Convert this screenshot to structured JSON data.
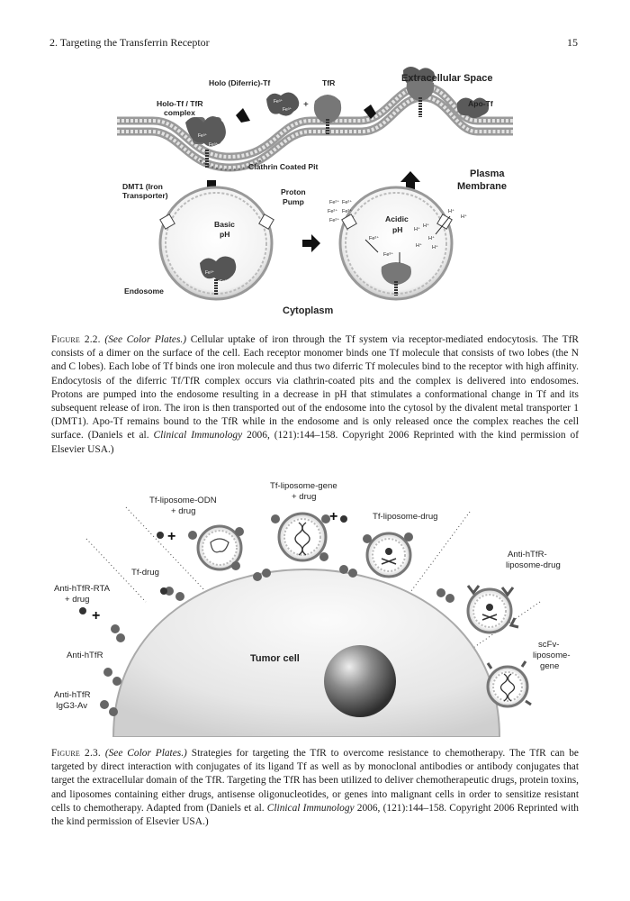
{
  "header": {
    "chapter": "2. Targeting the Transferrin Receptor",
    "page_number": "15"
  },
  "figure_2_2": {
    "labels": {
      "extracellular": "Extracellular Space",
      "holo_tf": "Holo (Diferric)-Tf",
      "tfr": "TfR",
      "apo_tf": "Apo-Tf",
      "holo_complex_1": "Holo-Tf / TfR",
      "holo_complex_2": "complex",
      "clathrin": "Clathrin Coated Pit",
      "plasma_1": "Plasma",
      "plasma_2": "Membrane",
      "dmt1_1": "DMT1 (Iron",
      "dmt1_2": "Transporter)",
      "proton_1": "Proton",
      "proton_2": "Pump",
      "basic_1": "Basic",
      "basic_2": "pH",
      "acidic_1": "Acidic",
      "acidic_2": "pH",
      "endosome": "Endosome",
      "cytoplasm": "Cytoplasm",
      "fe": "Fe³⁺",
      "fe2": "Fe²⁺",
      "h": "H⁺",
      "plus": "+"
    },
    "caption": {
      "label": "Figure 2.2.",
      "see": "(See Color Plates.)",
      "text": " Cellular uptake of iron through the Tf system via receptor-mediated endocytosis. The TfR consists of a dimer on the surface of the cell. Each receptor monomer binds one Tf molecule that consists of two lobes (the N and C lobes). Each lobe of Tf binds one iron molecule and thus two diferric Tf molecules bind to the receptor with high affinity. Endocytosis of the diferric Tf/TfR complex occurs via clathrin-coated pits and the complex is delivered into endosomes. Protons are pumped into the endosome resulting in a decrease in pH that stimulates a conformational change in Tf and its subsequent release of iron. The iron is then transported out of the endosome into the cytosol by the divalent metal transporter 1 (DMT1). Apo-Tf remains bound to the TfR while in the endosome and is only released once the complex reaches the cell surface. (Daniels et al. ",
      "journal": "Clinical Immunology",
      "tail": " 2006, (121):144–158. Copyright 2006 Reprinted with the kind permission of Elsevier USA.)"
    }
  },
  "figure_2_3": {
    "labels": {
      "odn_1": "Tf-liposome-ODN",
      "odn_2": "+ drug",
      "gene_1": "Tf-liposome-gene",
      "gene_2": "+ drug",
      "lipdrug": "Tf-liposome-drug",
      "tfdrug": "Tf-drug",
      "rta_1": "Anti-hTfR-RTA",
      "rta_2": "+ drug",
      "antihtfr": "Anti-hTfR",
      "igg_1": "Anti-hTfR",
      "igg_2": "IgG3-Av",
      "anti_lip_1": "Anti-hTfR-",
      "anti_lip_2": "liposome-drug",
      "scfv_1": "scFv-",
      "scfv_2": "liposome-",
      "scfv_3": "gene",
      "tumor": "Tumor cell",
      "plus": "+"
    },
    "caption": {
      "label": "Figure 2.3.",
      "see": "(See Color Plates.)",
      "text": " Strategies for targeting the TfR to overcome resistance to chemotherapy. The TfR can be targeted by direct interaction with conjugates of its ligand Tf as well as by monoclonal antibodies or antibody conjugates that target the extracellular domain of the TfR. Targeting the TfR has been utilized to deliver chemotherapeutic drugs, protein toxins, and liposomes containing either drugs, antisense oligonucleotides, or genes into malignant cells in order to sensitize resistant cells to chemotherapy. Adapted from (Daniels et al. ",
      "journal": "Clinical Immunology",
      "tail": " 2006, (121):144–158. Copyright 2006 Reprinted with the kind permission of Elsevier USA.)"
    }
  }
}
